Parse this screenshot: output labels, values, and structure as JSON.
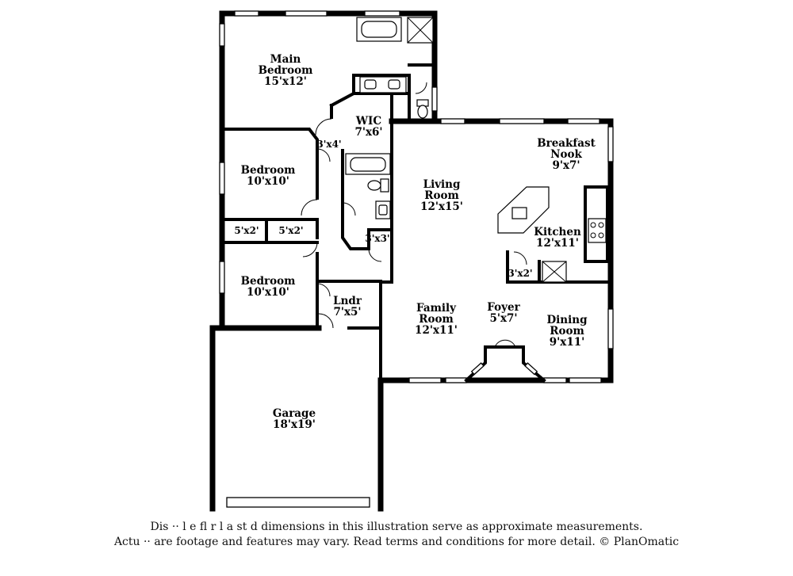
{
  "rooms": {
    "main_bedroom": {
      "name_line1": "Main",
      "name_line2": "Bedroom",
      "dims": "15'x12'"
    },
    "wic": {
      "name": "WIC",
      "dims": "7'x6'"
    },
    "hall_closet": {
      "dims": "3'x4'"
    },
    "bedroom_1": {
      "name": "Bedroom",
      "dims": "10'x10'"
    },
    "closet_a": {
      "dims": "5'x2'"
    },
    "closet_b": {
      "dims": "5'x2'"
    },
    "bedroom_2": {
      "name": "Bedroom",
      "dims": "10'x10'"
    },
    "laundry": {
      "name": "Lndr",
      "dims": "7'x5'"
    },
    "bath_closet": {
      "dims": "3'x3'"
    },
    "living_room": {
      "name": "Living",
      "name_line2": "Room",
      "dims": "12'x15'"
    },
    "breakfast_nook": {
      "name": "Breakfast",
      "name_line2": "Nook",
      "dims": "9'x7'"
    },
    "kitchen": {
      "name": "Kitchen",
      "dims": "12'x11'"
    },
    "pantry": {
      "dims": "3'x2'"
    },
    "family_room": {
      "name": "Family",
      "name_line2": "Room",
      "dims": "12'x11'"
    },
    "foyer": {
      "name": "Foyer",
      "dims": "5'x7'"
    },
    "dining_room": {
      "name": "Dining",
      "name_line2": "Room",
      "dims": "9'x11'"
    },
    "garage": {
      "name": "Garage",
      "dims": "18'x19'"
    }
  },
  "disclaimer": {
    "line1": "Dis    ··  l  e fl  r  l   a   st  d dimensions in this illustration serve as approximate measurements.",
    "line2": "Actu   ··  are footage and features may vary. Read terms and conditions for more detail. © PlanOmatic"
  }
}
